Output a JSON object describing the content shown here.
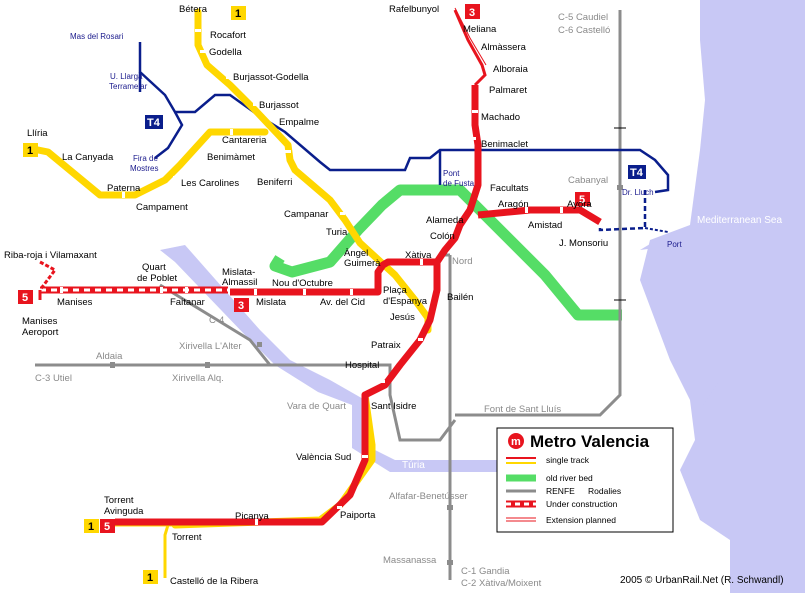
{
  "title": "Metro Valencia",
  "logo_letter": "m",
  "credit": "2005 © UrbanRail.Net (R. Schwandl)",
  "sea_label": "Mediterranean Sea",
  "river_label": "Túria",
  "colors": {
    "line1": "#FFD700",
    "line3": "#E8141E",
    "line4": "#0A1E8C",
    "line5": "#E8141E",
    "river_old": "#55DD66",
    "renfe": "#8C8C8C",
    "sea": "#C8C8F5"
  },
  "badges": {
    "l1_betera": "1",
    "l3_rafelbunyol": "3",
    "l1_lliria": "1",
    "l4_left": "T4",
    "l4_right": "T4",
    "l5_manises": "5",
    "l3_mislata": "3",
    "l5_ayora": "5",
    "l1_torrent": "1",
    "l5_torrent": "5",
    "l1_castello": "1"
  },
  "stations": {
    "betera": "Bétera",
    "rocafort": "Rocafort",
    "godella": "Godella",
    "burjassot_godella": "Burjassot-Godella",
    "burjassot": "Burjassot",
    "empalme": "Empalme",
    "cantareria": "Cantareria",
    "benimamet": "Benimàmet",
    "beniferri": "Beniferri",
    "les_carolines": "Les Carolines",
    "la_canyada": "La Canyada",
    "lliria": "Llíria",
    "paterna": "Paterna",
    "campament": "Campament",
    "mas_del_rosari": "Mas del Rosari",
    "u_llarga_1": "U. Llarga",
    "u_llarga_2": "Terramelar",
    "fira_1": "Fira de",
    "fira_2": "Mostres",
    "campanar": "Campanar",
    "turia": "Turia",
    "angel_1": "Àngel",
    "angel_2": "Guimerà",
    "xativa": "Xàtiva",
    "colon": "Colón",
    "alameda": "Alameda",
    "placa_1": "Plaça",
    "placa_2": "d'Espanya",
    "jesus": "Jesús",
    "patraix": "Patraix",
    "hospital": "Hospital",
    "sant_isidre": "Sant Isidre",
    "valencia_sud": "València Sud",
    "paiporta": "Paiporta",
    "picanya": "Picanya",
    "torrent": "Torrent",
    "torrent_av_1": "Torrent",
    "torrent_av_2": "Avinguda",
    "castello_ribera": "Castelló de la Ribera",
    "rafelbunyol": "Rafelbunyol",
    "meliana": "Meliana",
    "almassera": "Almàssera",
    "alboraia": "Alboraia",
    "palmaret": "Palmaret",
    "machado": "Machado",
    "benimaclet": "Benimaclet",
    "facultats": "Facultats",
    "aragon": "Aragón",
    "amistad": "Amistad",
    "ayora": "Ayora",
    "j_monsoriu": "J. Monsoriu",
    "cabanyal": "Cabanyal",
    "dr_lluch": "Dr. Lluch",
    "port": "Port",
    "pont_1": "Pont",
    "pont_2": "de Fusta",
    "riba_roja": "Riba-roja i Vilamaxant",
    "manises": "Manises",
    "manises_aer_1": "Manises",
    "manises_aer_2": "Aeroport",
    "quart_1": "Quart",
    "quart_2": "de Poblet",
    "faitanar": "Faitanar",
    "mislata_alm_1": "Mislata-",
    "mislata_alm_2": "Almassil",
    "mislata": "Mislata",
    "nou_octubre": "Nou d'Octubre",
    "av_del_cid": "Av. del Cid",
    "bailen": "Bailén",
    "nord": "Nord",
    "c4": "C-4",
    "aldaia": "Aldaia",
    "c3_utiel": "C-3 Utiel",
    "xirivella_alter": "Xirivella L'Alter",
    "xirivella_alq": "Xirivella Alq.",
    "vara_de_quart": "Vara de Quart",
    "font_sant_lluis": "Font de Sant Lluís",
    "alfafar": "Alfafar-Benetússer",
    "massanassa": "Massanassa",
    "c1_gandia": "C-1 Gandia",
    "c2_xativa": "C-2 Xàtiva/Moixent",
    "c5_caudiel": "C-5 Caudiel",
    "c6_castello": "C-6 Castelló"
  },
  "legend": {
    "single_track": "single track",
    "old_river_bed": "old river bed",
    "renfe_1": "RENFE",
    "renfe_2": "Rodalies",
    "under_construction": "Under construction",
    "extension_planned": "Extension planned"
  }
}
